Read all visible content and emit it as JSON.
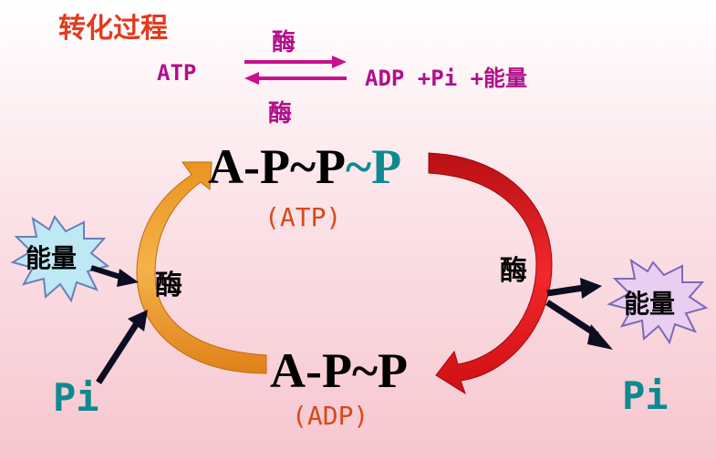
{
  "title": "转化过程",
  "equation": {
    "left": "ATP",
    "right": "ADP +Pi  +能量",
    "enzyme_top": "酶",
    "enzyme_bottom": "酶"
  },
  "cycle": {
    "atp_formula_main": "A-P~P",
    "atp_formula_tilde": "~",
    "atp_formula_last_p": "P",
    "atp_label": "(ATP)",
    "adp_formula": "A-P~P",
    "adp_label": "(ADP)",
    "enzyme_left": "酶",
    "enzyme_right": "酶",
    "energy_left": "能量",
    "energy_right": "能量",
    "pi_left": "Pi",
    "pi_right": "Pi"
  },
  "colors": {
    "title": "#e23a1f",
    "equation": "#b0108a",
    "teal": "#0c8a8f",
    "orange_arrow": "#f0a023",
    "red_arrow": "#e8121a",
    "label_orange": "#d8481a"
  }
}
